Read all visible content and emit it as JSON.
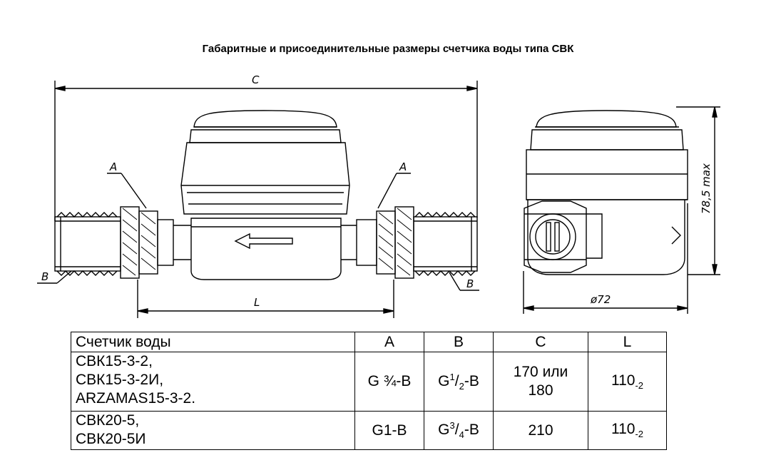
{
  "title": "Габаритные и присоединительные размеры счетчика воды типа СВК",
  "drawing": {
    "dim_C": "C",
    "dim_L": "L",
    "dim_A_left": "A",
    "dim_A_right": "A",
    "dim_B_left": "B",
    "dim_B_right": "B",
    "dim_height": "78,5 max",
    "dim_diameter": "ø72"
  },
  "table": {
    "headers": [
      "Счетчик воды",
      "A",
      "B",
      "C",
      "L"
    ],
    "rows": [
      {
        "models": [
          "СВК15-3-2,",
          "СВК15-3-2И,",
          "ARZAMAS15-3-2."
        ],
        "A": "G ¾-B",
        "B_prefix": "G",
        "B_sup": "1",
        "B_rest": "/",
        "B_sub": "2",
        "B_suffix": "-B",
        "C_lines": [
          "170 или",
          "180"
        ],
        "L_main": "110",
        "L_sub": "-2"
      },
      {
        "models": [
          "СВК20-5,",
          "СВК20-5И"
        ],
        "A": "G1-B",
        "B_prefix": "G",
        "B_sup": "3",
        "B_rest": "/",
        "B_sub": "4",
        "B_suffix": "-B",
        "C_lines": [
          "210"
        ],
        "L_main": "110",
        "L_sub": "-2"
      }
    ]
  }
}
